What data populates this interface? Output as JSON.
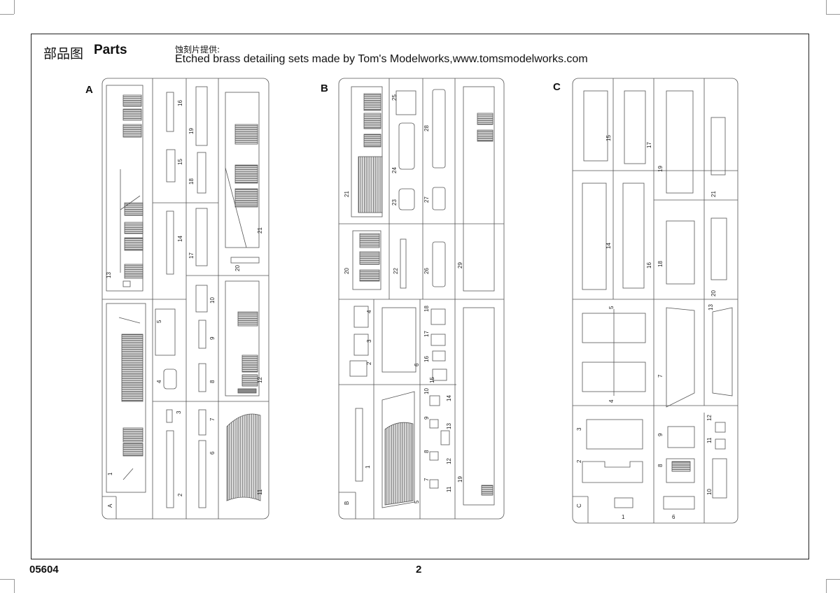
{
  "header": {
    "title_cn": "部品图",
    "title_en": "Parts",
    "credit_cn": "蚀刻片提供:",
    "credit_en": "Etched brass detailing sets made by Tom's Modelworks,www.tomsmodelworks.com"
  },
  "sprues": [
    {
      "letter": "A",
      "tag": "A",
      "parts": [
        "1",
        "2",
        "3",
        "4",
        "5",
        "6",
        "7",
        "8",
        "9",
        "10",
        "11",
        "12",
        "13",
        "14",
        "15",
        "16",
        "17",
        "18",
        "19",
        "20",
        "21"
      ]
    },
    {
      "letter": "B",
      "tag": "B",
      "parts": [
        "1",
        "2",
        "3",
        "4",
        "5",
        "6",
        "7",
        "8",
        "9",
        "10",
        "11",
        "12",
        "13",
        "14",
        "15",
        "16",
        "17",
        "18",
        "19",
        "20",
        "21",
        "22",
        "23",
        "24",
        "25",
        "26",
        "27",
        "28",
        "29"
      ]
    },
    {
      "letter": "C",
      "tag": "C",
      "parts": [
        "1",
        "2",
        "3",
        "4",
        "5",
        "6",
        "7",
        "8",
        "9",
        "10",
        "11",
        "12",
        "13",
        "14",
        "15",
        "16",
        "17",
        "18",
        "19",
        "20",
        "21"
      ]
    }
  ],
  "footer": {
    "code": "05604",
    "page": "2"
  }
}
